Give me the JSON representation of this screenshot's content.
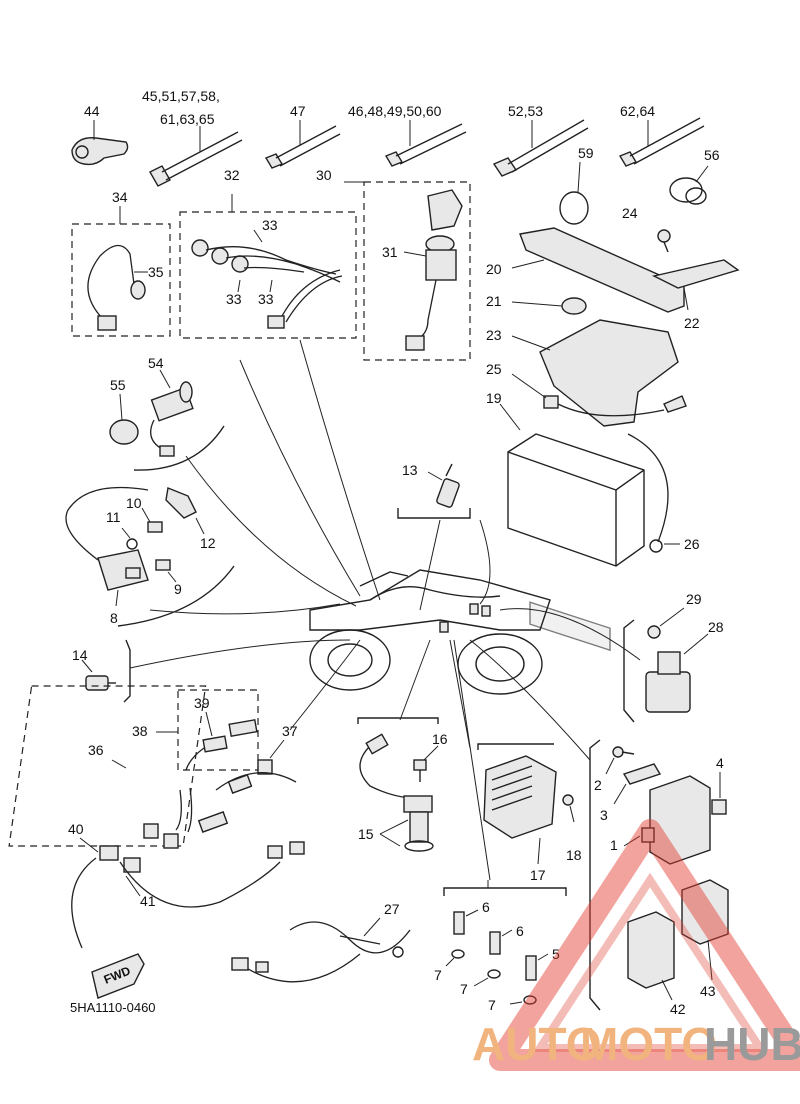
{
  "diagram": {
    "drawing_code": "5HA1110-0460",
    "fwd_label": "FWD",
    "callouts": {
      "c44": "44",
      "c45": "45,51,57,58,",
      "c45b": "61,63,65",
      "c47": "47",
      "c46": "46,48,49,50,60",
      "c52": "52,53",
      "c62": "62,64",
      "c34": "34",
      "c35": "35",
      "c32": "32",
      "c33a": "33",
      "c33b": "33",
      "c33c": "33",
      "c30": "30",
      "c31": "31",
      "c59": "59",
      "c56": "56",
      "c24": "24",
      "c20": "20",
      "c21": "21",
      "c22": "22",
      "c23": "23",
      "c25": "25",
      "c19": "19",
      "c26": "26",
      "c54": "54",
      "c55": "55",
      "c13": "13",
      "c10": "10",
      "c11": "11",
      "c12": "12",
      "c9": "9",
      "c8": "8",
      "c14": "14",
      "c29": "29",
      "c28": "28",
      "c39": "39",
      "c38": "38",
      "c37": "37",
      "c36": "36",
      "c16": "16",
      "c15": "15",
      "c2": "2",
      "c4": "4",
      "c3": "3",
      "c1": "1",
      "c18": "18",
      "c17": "17",
      "c40": "40",
      "c41": "41",
      "c27": "27",
      "c6a": "6",
      "c6b": "6",
      "c5": "5",
      "c7a": "7",
      "c7b": "7",
      "c7c": "7",
      "c42": "42",
      "c43": "43"
    },
    "colors": {
      "line": "#222222",
      "watermark_orange": "#f2b47e",
      "watermark_grey": "#9a9a9a",
      "watermark_red": "#e23b2e"
    }
  },
  "watermark": {
    "part1": "AUTO",
    "part2": "MOTO",
    "part3": "HUB"
  }
}
